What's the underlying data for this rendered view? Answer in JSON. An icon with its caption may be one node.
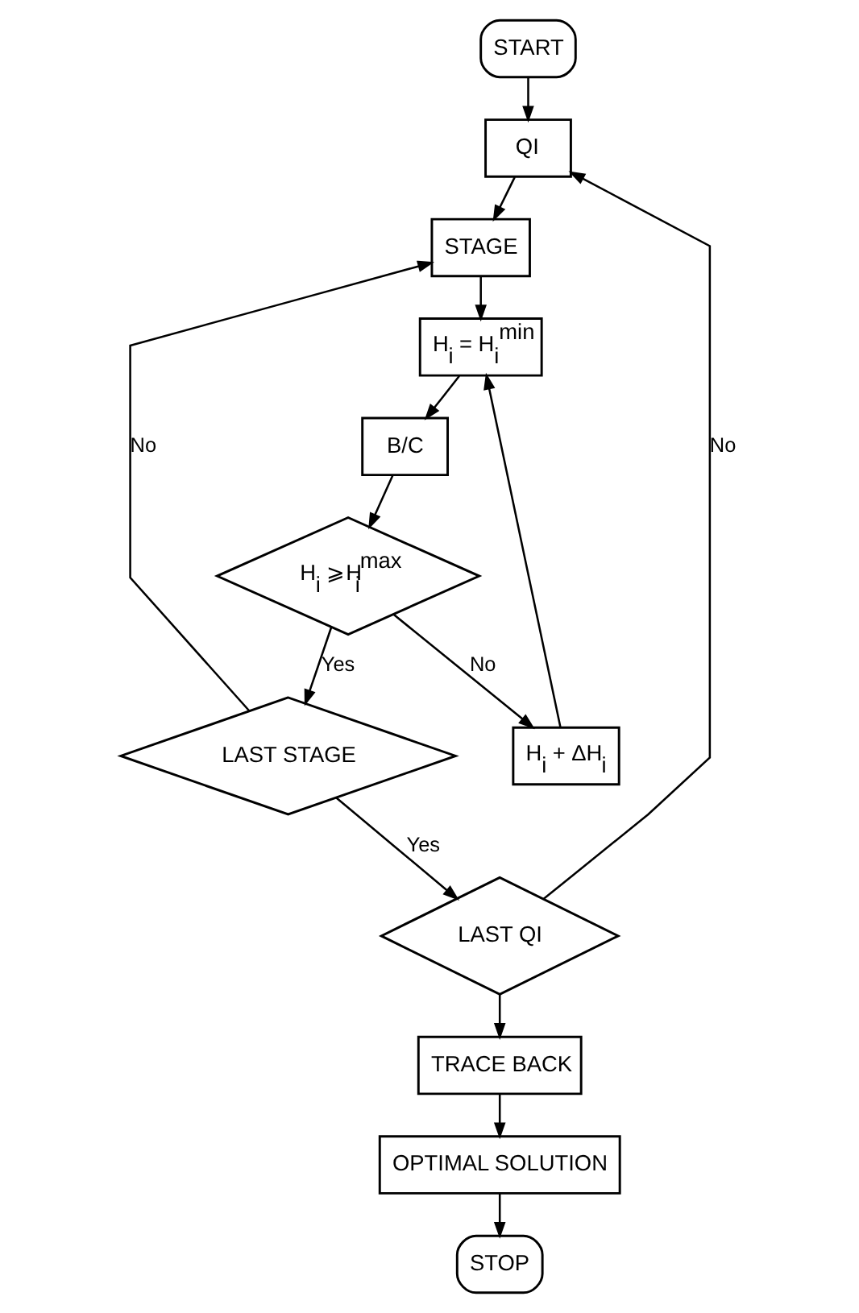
{
  "diagram": {
    "nodes": [
      {
        "text": [
          "START"
        ]
      },
      {
        "text": [
          "QI"
        ]
      },
      {
        "text": [
          "STAGE"
        ]
      },
      {
        "text": [
          "H$_{i}$ = H$_{i}$$^{min}$"
        ]
      },
      {
        "text": [
          "B/C"
        ]
      },
      {
        "text": [
          "H$_{i}$ + ΔH$_{i}$"
        ]
      },
      {
        "text": [
          "H$_{i}$ ⩾H$_{i}$$^{max}$"
        ]
      },
      {
        "text": [
          "LAST STAGE"
        ]
      },
      {
        "text": [
          "LAST QI"
        ]
      },
      {
        "text": [
          "TRACE BACK"
        ]
      },
      {
        "text": [
          "OPTIMAL SOLUTION"
        ]
      },
      {
        "text": [
          "STOP"
        ]
      }
    ],
    "edges": [
      {
        "from": 0,
        "to": 1,
        "arrow": "to"
      },
      {
        "from": 1,
        "to": 2,
        "arrow": "to"
      },
      {
        "from": 2,
        "to": 3,
        "arrow": "to"
      },
      {
        "from": 3,
        "to": 4,
        "arrow": "to"
      },
      {
        "from": 4,
        "to": 6,
        "arrow": "to"
      },
      {
        "from": 6,
        "to": 5,
        "arrow": "to",
        "label": "No"
      },
      {
        "from": 5,
        "to": 3,
        "arrow": "to"
      },
      {
        "from": 6,
        "to": 7,
        "arrow": "to",
        "label": "Yes"
      },
      {
        "from": 7,
        "to": 2,
        "arrow": "to",
        "label": "No"
      },
      {
        "from": 7,
        "to": 8,
        "arrow": "to",
        "label": "Yes"
      },
      {
        "from": 8,
        "to": 1,
        "arrow": "to",
        "label": "No"
      },
      {
        "from": 8,
        "to": 9,
        "arrow": "to"
      },
      {
        "from": 9,
        "to": 10,
        "arrow": "to"
      },
      {
        "from": 10,
        "to": 11,
        "arrow": "to"
      }
    ]
  }
}
